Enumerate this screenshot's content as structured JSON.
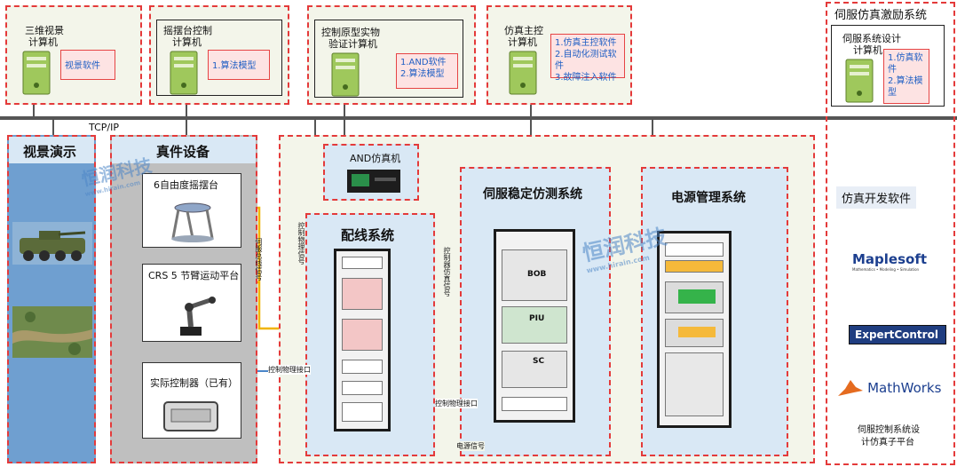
{
  "top_boxes": {
    "visual_pc": {
      "title_line1": "三维视景",
      "title_line2": "计算机",
      "software": "视景软件"
    },
    "swing_pc": {
      "title_line1": "摇摆台控制",
      "title_line2": "计算机",
      "software": "1.算法模型"
    },
    "proto_pc": {
      "title_line1": "控制原型实物",
      "title_line2": "验证计算机",
      "software_1": "1.AND软件",
      "software_2": "2.算法模型"
    },
    "sim_master_pc": {
      "title_line1": "仿真主控",
      "title_line2": "计算机",
      "software_1": "1.仿真主控软件",
      "software_2": "2.自动化测试软件",
      "software_3": "3.故障注入软件"
    }
  },
  "servo_excitation": {
    "title": "伺服仿真激励系统",
    "pc_title_line1": "伺服系统设计",
    "pc_title_line2": "计算机",
    "software_1": "1.仿真软",
    "software_1b": "件",
    "software_2": "2.算法模",
    "software_2b": "型"
  },
  "network": {
    "label": "TCP/IP"
  },
  "visual_demo": {
    "title": "视景演示"
  },
  "real_devices": {
    "title": "真件设备",
    "dev1": "6自由度摇摆台",
    "dev2": "CRS 5 节臂运动平台",
    "dev3": "实际控制器（已有）"
  },
  "and_sim": {
    "title": "AND仿真机"
  },
  "wiring": {
    "title": "配线系统"
  },
  "servo_stab": {
    "title": "伺服稳定仿测系统"
  },
  "power_mgmt": {
    "title": "电源管理系统"
  },
  "signals": {
    "servo_bus": "伺服总线信号",
    "ctrl_phys_signal": "控制物理信号",
    "ctrl_sim_signal": "控制器仿真信号",
    "ctrl_phys_if_1": "控制物理接口",
    "ctrl_phys_if_2": "控制物理接口",
    "power_signal": "电源信号"
  },
  "rack_labels": {
    "bob": "BOB",
    "piu": "PIU",
    "sc": "SC"
  },
  "dev_software": {
    "title": "仿真开发软件",
    "maple": "Maplesoft",
    "maple_sub": "Mathematics • Modeling • Simulation",
    "expert": "ExpertControl",
    "mathworks": "MathWorks",
    "caption_line1": "伺服控制系统设",
    "caption_line2": "计仿真子平台"
  },
  "watermark": {
    "brand": "恒润科技",
    "url": "www.hirain.com"
  },
  "colors": {
    "red_dash": "#e43a3a",
    "bus_line": "#555555",
    "yellow_line": "#f0b400",
    "blue_line": "#4a86c8",
    "panel_blue": "#d9e8f5",
    "panel_grey": "#bfbfbf",
    "panel_sky": "#6f9fd0"
  }
}
